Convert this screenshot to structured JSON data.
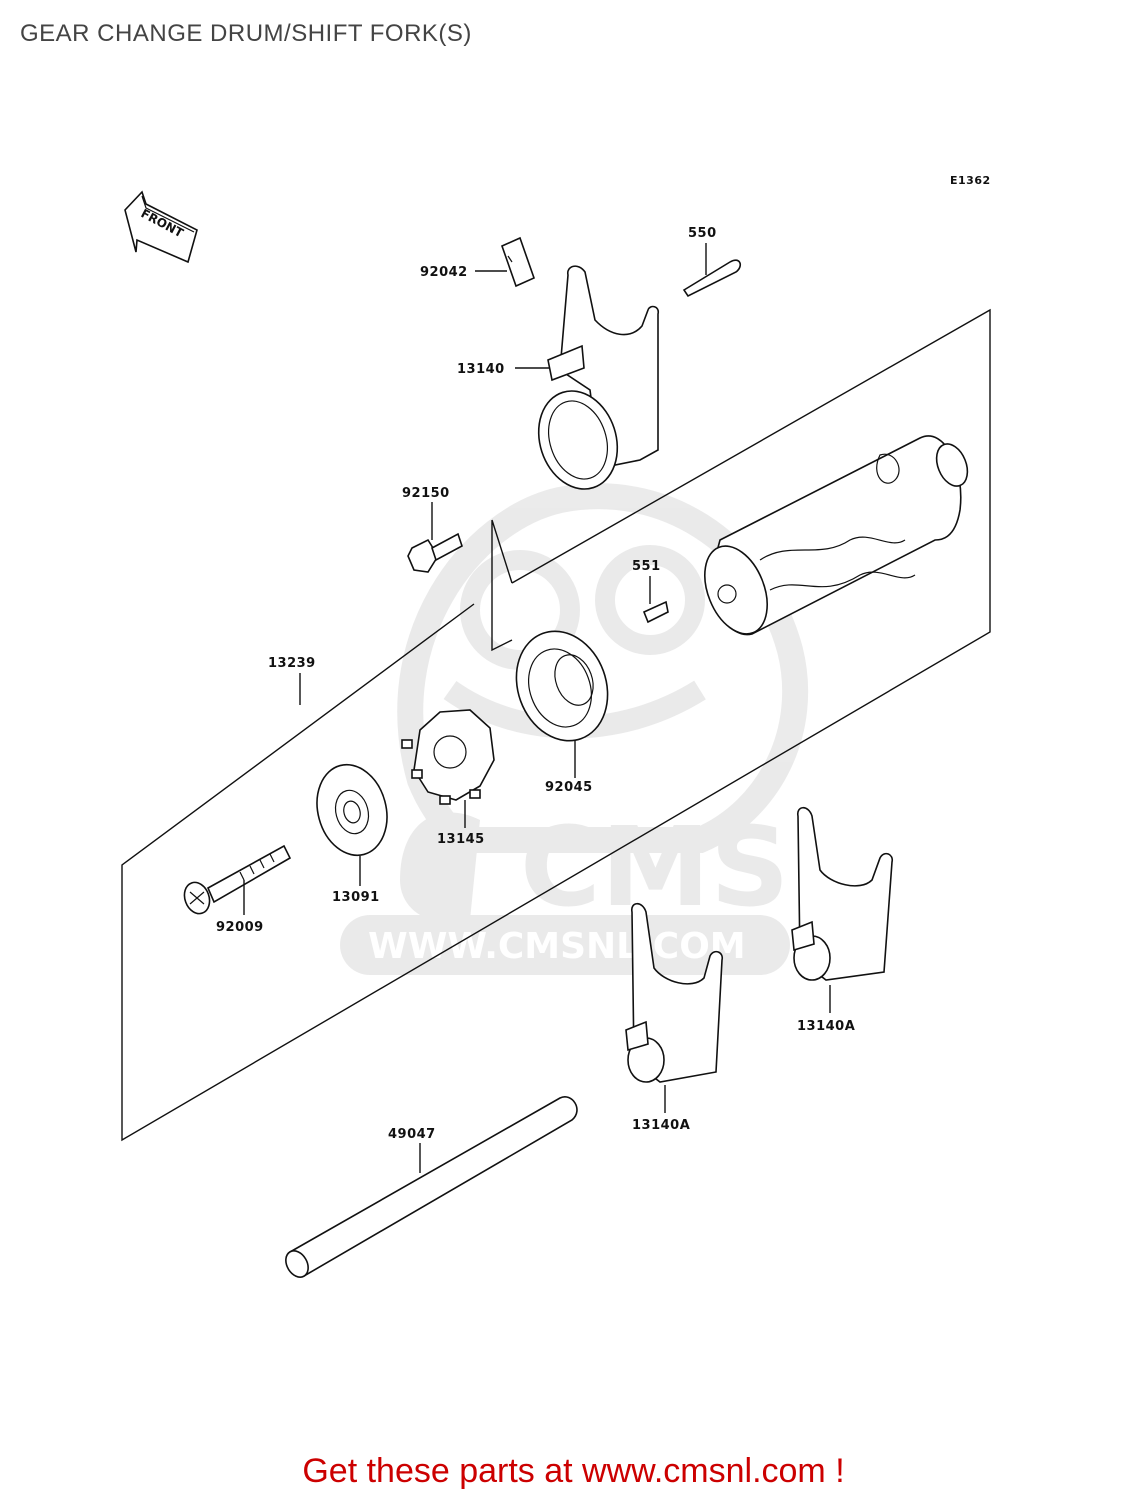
{
  "title": "GEAR CHANGE DRUM/SHIFT FORK(S)",
  "diagram_code": "E1362",
  "front_marker": "FRONT",
  "watermark": {
    "logo": "CMS",
    "url": "WWW.CMSNL.COM"
  },
  "parts": {
    "p92042": "92042",
    "p550": "550",
    "p13140": "13140",
    "p92150": "92150",
    "p551": "551",
    "p13239": "13239",
    "p92045": "92045",
    "p13145": "13145",
    "p13091": "13091",
    "p92009": "92009",
    "p13140a_right": "13140A",
    "p13140a_left": "13140A",
    "p49047": "49047"
  },
  "footer": {
    "text": "Get these parts at www.cmsnl.com !",
    "color": "#cc0000"
  }
}
